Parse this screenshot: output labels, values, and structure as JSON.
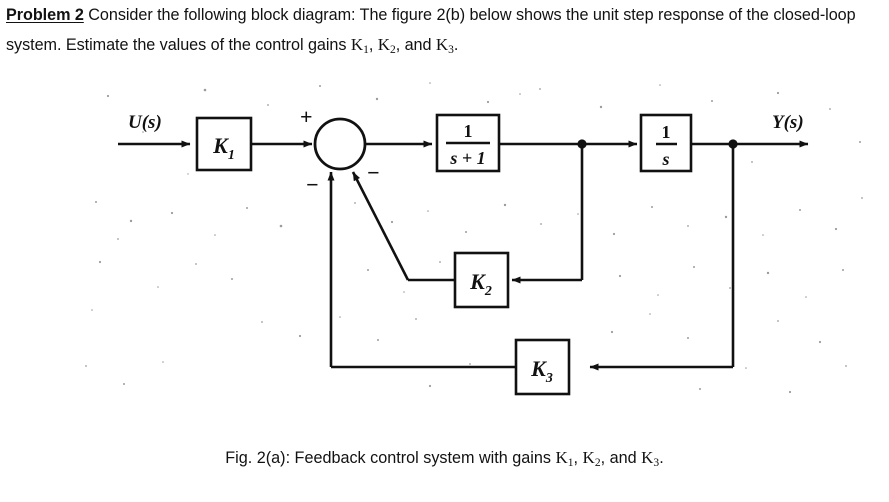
{
  "problem": {
    "label": "Problem 2",
    "text_before": " Consider the following block diagram: The figure 2(b) below shows the unit step response of the closed-loop system. Estimate the values of the control gains ",
    "gain1": "K",
    "gain1_sub": "1",
    "sep1": ", ",
    "gain2": "K",
    "gain2_sub": "2",
    "sep2": ", and ",
    "gain3": "K",
    "gain3_sub": "3",
    "end": "."
  },
  "diagram": {
    "input_label": "U(s)",
    "output_label": "Y(s)",
    "blocks": [
      {
        "name": "gain-k1",
        "label": "K",
        "sub": "1"
      },
      {
        "name": "plant-first-order",
        "numerator": "1",
        "denominator": "s + 1"
      },
      {
        "name": "integrator",
        "numerator": "1",
        "denominator": "s"
      },
      {
        "name": "gain-k2",
        "label": "K",
        "sub": "2"
      },
      {
        "name": "gain-k3",
        "label": "K",
        "sub": "3"
      }
    ],
    "summing_junction": {
      "plus_sign": "+",
      "minus_sign_left": "−",
      "minus_sign_right": "−"
    }
  },
  "caption": {
    "prefix": "Fig. 2(a): Feedback control system with gains ",
    "gain1": "K",
    "gain1_sub": "1",
    "sep1": ", ",
    "gain2": "K",
    "gain2_sub": "2",
    "sep2": ", and ",
    "gain3": "K",
    "gain3_sub": "3",
    "end": "."
  },
  "colors": {
    "ink": "#111111",
    "paper": "#ffffff"
  }
}
